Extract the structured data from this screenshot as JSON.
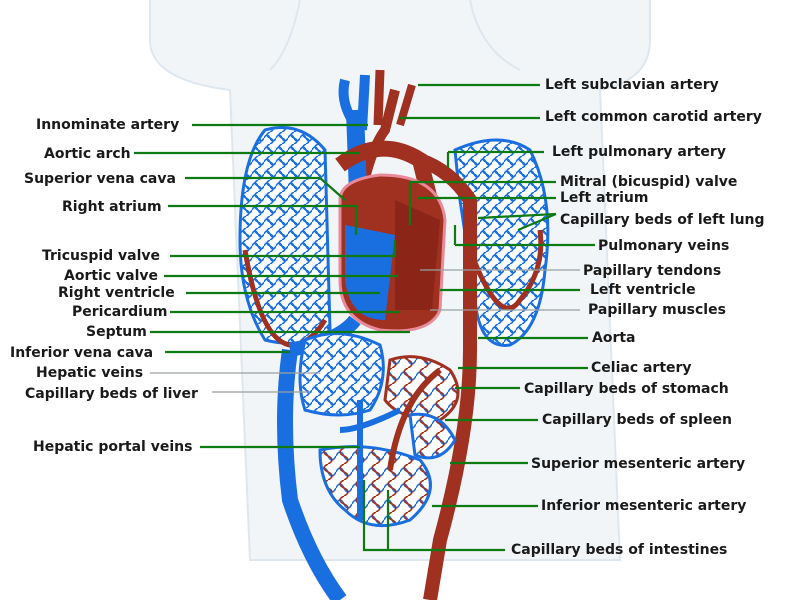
{
  "colors": {
    "background": "#ffffff",
    "body_outline": "#dfe7ee",
    "artery": "#a0301f",
    "vein": "#1a6fe0",
    "leader_line": "#0d7a12",
    "label_text": "#1a1a1a"
  },
  "labels": {
    "left_subclavian_artery": "Left subclavian artery",
    "left_common_carotid_artery": "Left common carotid artery",
    "innominate_artery": "Innominate artery",
    "aortic_arch": "Aortic arch",
    "left_pulmonary_artery": "Left pulmonary artery",
    "superior_vena_cava": "Superior vena cava",
    "mitral_valve": "Mitral (bicuspid) valve",
    "left_atrium": "Left atrium",
    "right_atrium": "Right atrium",
    "capillary_beds_left_lung": "Capillary beds of left lung",
    "pulmonary_veins": "Pulmonary veins",
    "tricuspid_valve": "Tricuspid valve",
    "papillary_tendons": "Papillary tendons",
    "aortic_valve": "Aortic valve",
    "left_ventricle": "Left ventricle",
    "right_ventricle": "Right ventricle",
    "pericardium": "Pericardium",
    "papillary_muscles": "Papillary muscles",
    "septum": "Septum",
    "aorta": "Aorta",
    "inferior_vena_cava": "Inferior vena cava",
    "celiac_artery": "Celiac artery",
    "hepatic_veins": "Hepatic veins",
    "capillary_beds_stomach": "Capillary beds of stomach",
    "capillary_beds_liver": "Capillary beds of liver",
    "capillary_beds_spleen": "Capillary beds of spleen",
    "hepatic_portal_veins": "Hepatic portal veins",
    "superior_mesenteric_artery": "Superior mesenteric artery",
    "inferior_mesenteric_artery": "Inferior mesenteric artery",
    "capillary_beds_intestines": "Capillary beds of intestines"
  }
}
